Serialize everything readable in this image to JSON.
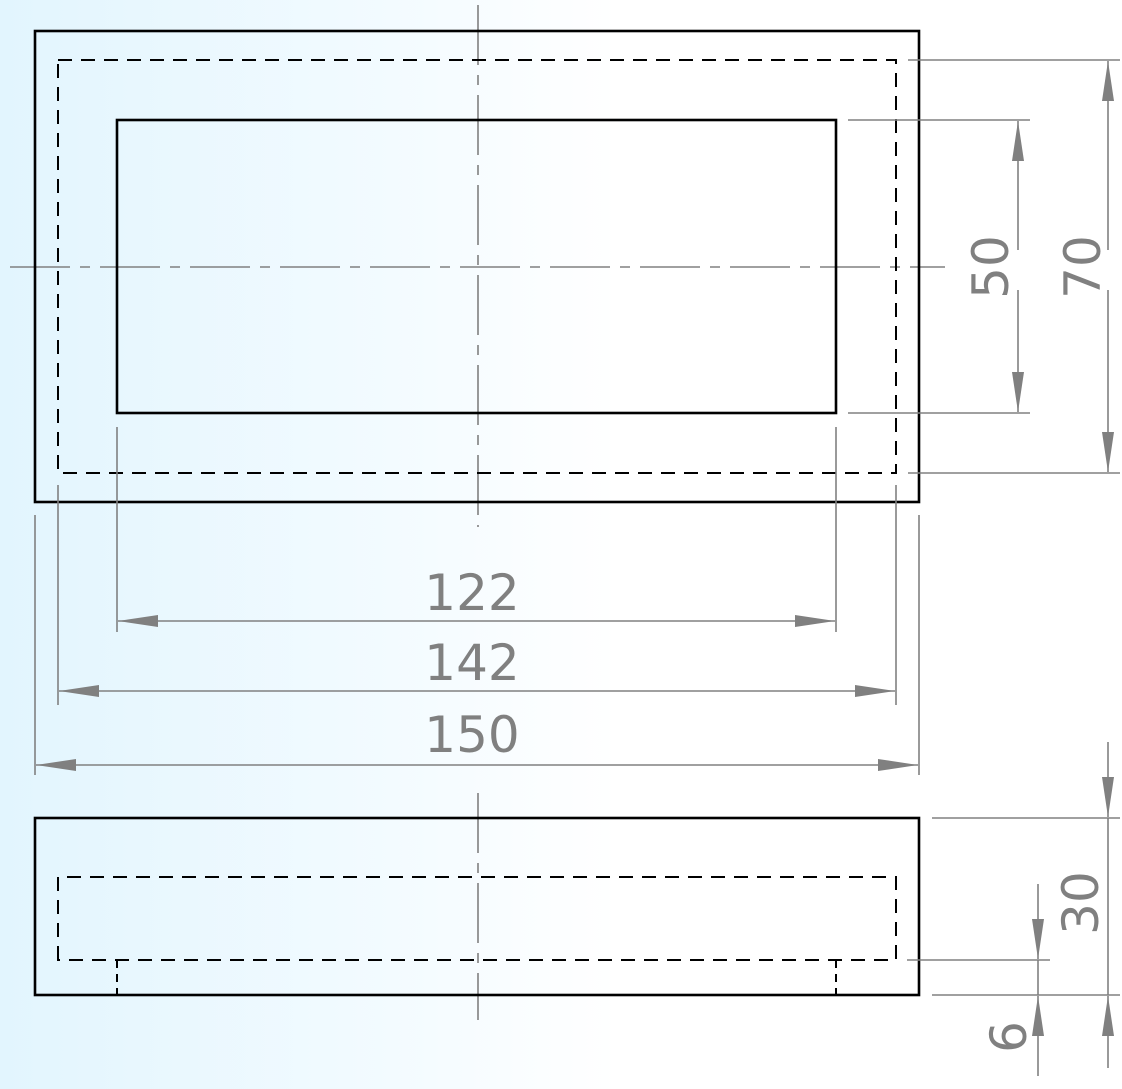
{
  "drawing": {
    "top_view": {
      "dimensions": {
        "inner_height": "50",
        "outer_hidden_height": "70",
        "inner_width": "122",
        "hidden_width": "142",
        "overall_width": "150"
      }
    },
    "front_view": {
      "dimensions": {
        "overall_height": "30",
        "base_thickness": "6"
      }
    },
    "colors": {
      "object_line": "#000000",
      "dimension_line": "#808080",
      "background_left": "#e2f5fe",
      "background_right": "#ffffff"
    }
  }
}
